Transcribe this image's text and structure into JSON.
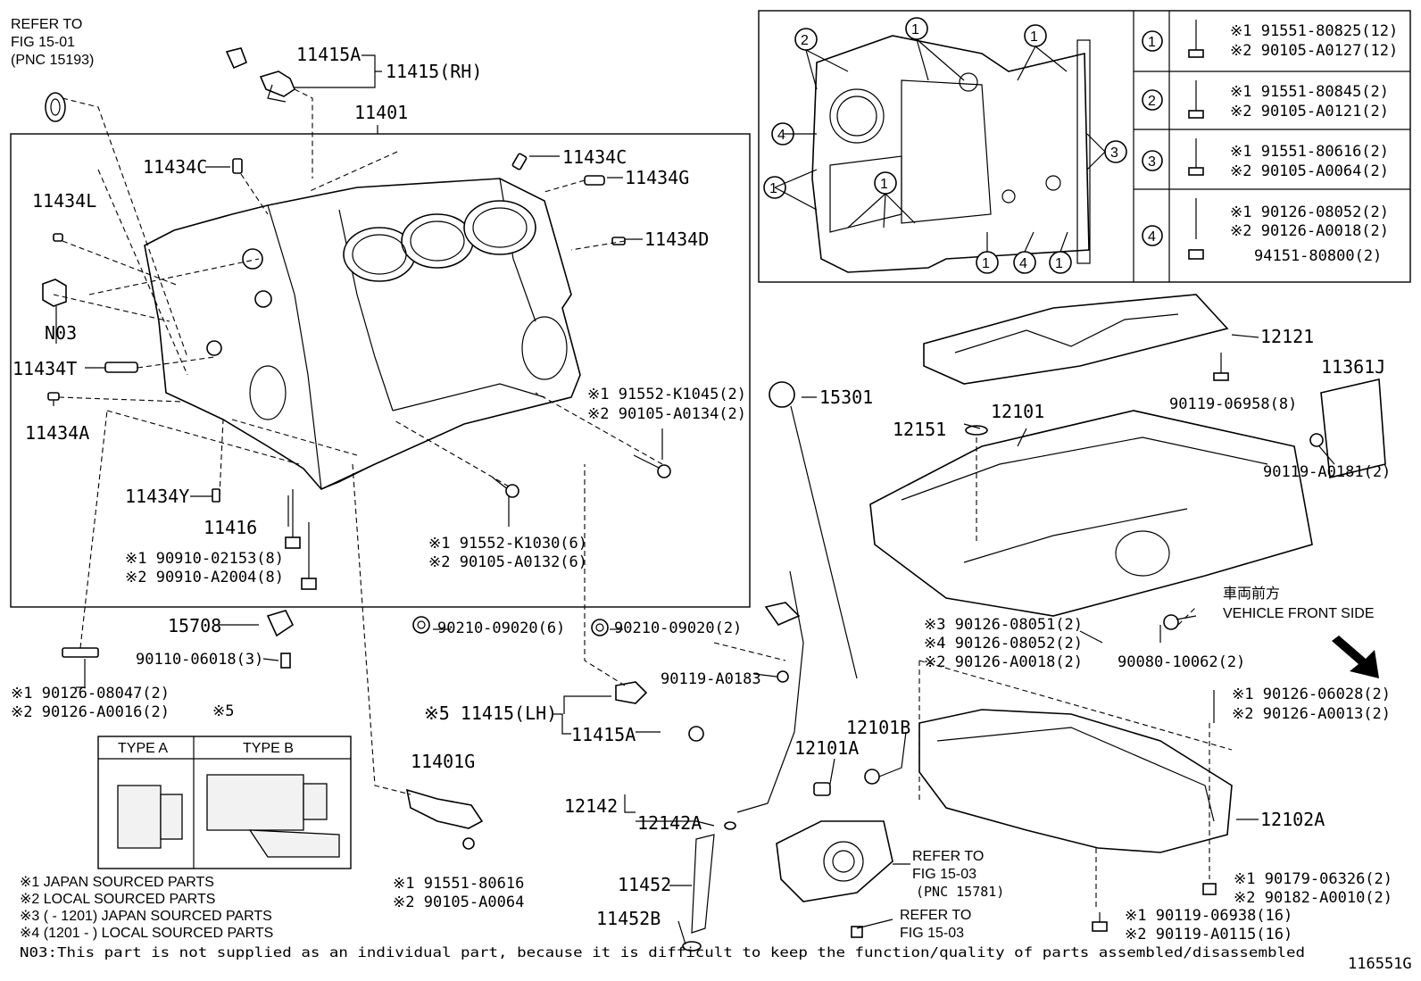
{
  "diagram_id": "116551G",
  "refer_top_left": [
    "REFER TO",
    "FIG 15-01",
    "(PNC 15193)"
  ],
  "refer_oil_filter": [
    "REFER TO",
    "FIG 15-03",
    "(PNC 15781)"
  ],
  "refer_bottom": [
    "REFER TO",
    "FIG 15-03"
  ],
  "vehicle_front": {
    "jp": "車両前方",
    "en": "VEHICLE FRONT SIDE"
  },
  "callouts": {
    "p11415A": "11415A",
    "p11415RH": "11415(RH)",
    "p11401": "11401",
    "p11434C_a": "11434C",
    "p11434C_b": "11434C",
    "p11434G": "11434G",
    "p11434L": "11434L",
    "p11434D": "11434D",
    "pN03": "N03",
    "p11434T": "11434T",
    "p11434A": "11434A",
    "p11434Y": "11434Y",
    "p11416": "11416",
    "bolt1_a": "※1 91552-K1045(2)",
    "bolt1_b": "※2 90105-A0134(2)",
    "bolt2_a": "※1 91552-K1030(6)",
    "bolt2_b": "※2 90105-A0132(6)",
    "bolt3_a": "※1 90910-02153(8)",
    "bolt3_b": "※2 90910-A2004(8)",
    "p15708": "15708",
    "p90110": "90110-06018(3)",
    "plug_a": "90210-09020(6)",
    "plug_b": "90210-09020(2)",
    "stud_a": "※1 90126-08047(2)",
    "stud_b": "※2 90126-A0016(2)",
    "star5": "※5",
    "p11415LH": "※5  11415(LH)",
    "p11415A_b": "11415A",
    "p90119_A0183": "90119-A0183",
    "p11401G": "11401G",
    "sensor_a": "※1 91551-80616",
    "sensor_b": "※2 90105-A0064",
    "p15301": "15301",
    "p12121": "12121",
    "p11361J": "11361J",
    "p90119_06958": "90119-06958(8)",
    "p12151": "12151",
    "p12101": "12101",
    "p90119_A0181": "90119-A0181(2)",
    "pan_a": "※3 90126-08051(2)",
    "pan_b": "※4 90126-08052(2)",
    "pan_c": "※2 90126-A0018(2)",
    "p90080": "90080-10062(2)",
    "stud2_a": "※1 90126-06028(2)",
    "stud2_b": "※2 90126-A0013(2)",
    "p12101B": "12101B",
    "p12101A": "12101A",
    "p12142": "12142",
    "p12142A": "12142A",
    "p12102A": "12102A",
    "p11452": "11452",
    "p11452B": "11452B",
    "nut_a": "※1 90179-06326(2)",
    "nut_b": "※2 90182-A0010(2)",
    "bolt4_a": "※1 90119-06938(16)",
    "bolt4_b": "※2 90119-A0115(16)"
  },
  "legend_rows": [
    {
      "num": "1",
      "l1": "※1 91551-80825(12)",
      "l2": "※2 90105-A0127(12)",
      "l3": ""
    },
    {
      "num": "2",
      "l1": "※1 91551-80845(2)",
      "l2": "※2 90105-A0121(2)",
      "l3": ""
    },
    {
      "num": "3",
      "l1": "※1 91551-80616(2)",
      "l2": "※2 90105-A0064(2)",
      "l3": ""
    },
    {
      "num": "4",
      "l1": "※1 90126-08052(2)",
      "l2": "※2 90126-A0018(2)",
      "l3": "94151-80800(2)"
    }
  ],
  "type_table": {
    "a": "TYPE A",
    "b": "TYPE B"
  },
  "notes": [
    "※1 JAPAN SOURCED PARTS",
    "※2 LOCAL SOURCED PARTS",
    "※3 (      - 1201) JAPAN SOURCED PARTS",
    "※4 (1201 -      ) LOCAL SOURCED PARTS",
    "N03:This part is not supplied as an individual part, because it is difficult to keep the function/quality of parts assembled/disassembled"
  ]
}
